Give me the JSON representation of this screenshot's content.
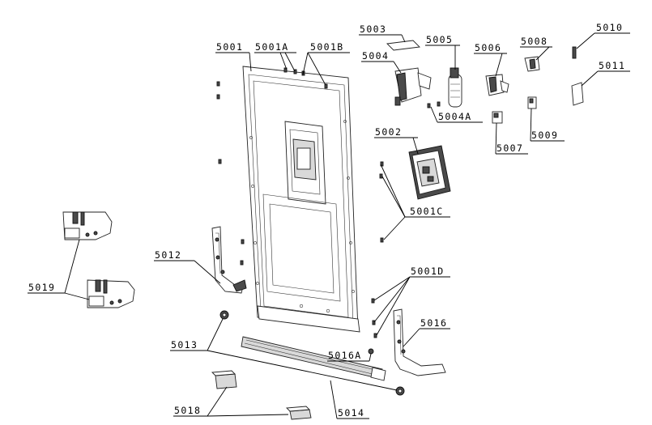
{
  "labels": {
    "l5001": "5001",
    "l5001A": "5001A",
    "l5001B": "5001B",
    "l5001C": "5001C",
    "l5001D": "5001D",
    "l5002": "5002",
    "l5003": "5003",
    "l5004": "5004",
    "l5004A": "5004A",
    "l5005": "5005",
    "l5006": "5006",
    "l5007": "5007",
    "l5008": "5008",
    "l5009": "5009",
    "l5010": "5010",
    "l5011": "5011",
    "l5012": "5012",
    "l5013": "5013",
    "l5014": "5014",
    "l5016": "5016",
    "l5016A": "5016A",
    "l5018": "5018",
    "l5019": "5019"
  }
}
